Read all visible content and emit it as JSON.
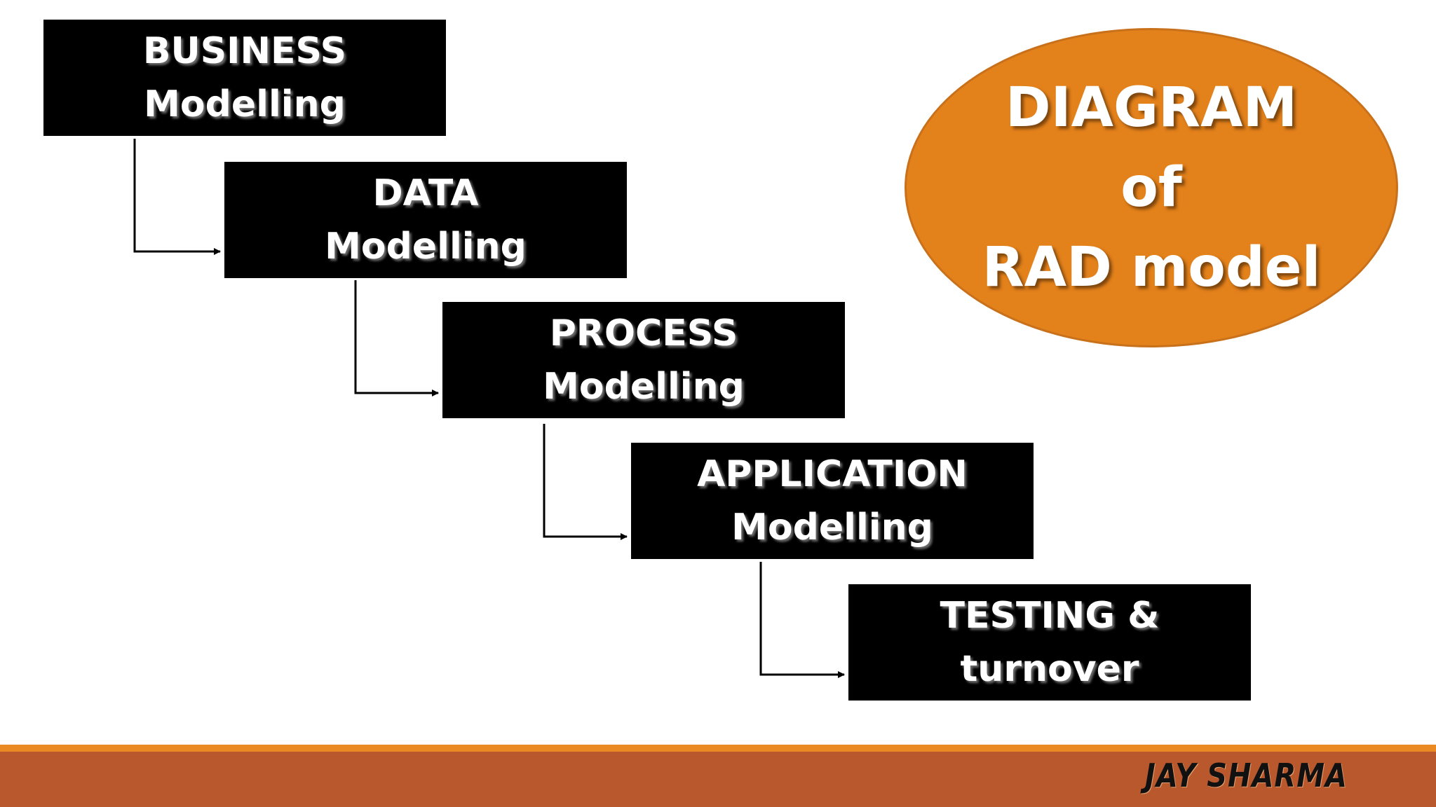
{
  "steps": [
    {
      "line1": "BUSINESS",
      "line2": "Modelling"
    },
    {
      "line1": "DATA",
      "line2": "Modelling"
    },
    {
      "line1": "PROCESS",
      "line2": "Modelling"
    },
    {
      "line1": "APPLICATION",
      "line2": "Modelling"
    },
    {
      "line1": "TESTING &",
      "line2": "turnover"
    }
  ],
  "title": {
    "line1": "DIAGRAM",
    "line2": "of",
    "line3": "RAD model"
  },
  "footer": {
    "author": "JAY SHARMA"
  },
  "colors": {
    "box": "#000000",
    "ellipse": "#e3811b",
    "footer_stripe": "#e98a22",
    "footer_bar": "#b9582d"
  }
}
